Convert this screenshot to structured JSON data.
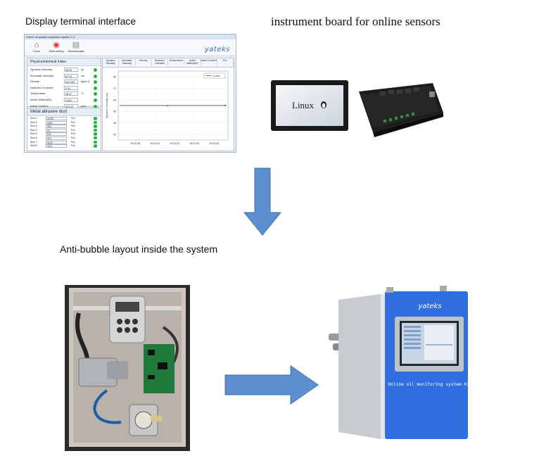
{
  "captions": {
    "display_terminal": "Display terminal interface",
    "instrument_board": "instrument board for online sensors",
    "anti_bubble": "Anti-bubble layout inside the system"
  },
  "terminal": {
    "window_title": "Online oil quality inspection system 1.0",
    "brand": "yateks",
    "toolbar": [
      {
        "label": "Home",
        "icon": "home-icon"
      },
      {
        "label": "Alarm setting",
        "icon": "alarm-icon"
      },
      {
        "label": "Historical data",
        "icon": "history-icon"
      }
    ],
    "physicochemical": {
      "title": "Physicochemical Index",
      "rows": [
        {
          "label": "Dynamic Viscosity:",
          "value": "55.09",
          "unit": "cp"
        },
        {
          "label": "Kinematic Viscosity:",
          "value": "67.23",
          "unit": "cst"
        },
        {
          "label": "Density:",
          "value": "822.082",
          "unit": "kg/m^3"
        },
        {
          "label": "Dielectric Constant:",
          "value": "2.32",
          "unit": ""
        },
        {
          "label": "Temperature:",
          "value": "38.37",
          "unit": "°C"
        },
        {
          "label": "Active Water(AW):",
          "value": "0.622",
          "unit": ""
        },
        {
          "label": "Active Content:",
          "value": "824.69",
          "unit": "ppm"
        }
      ]
    },
    "abrasive": {
      "title": "Metal abrasive dust",
      "rows": [
        {
          "label": "Size 1:",
          "value": "11253",
          "unit": "Pcs"
        },
        {
          "label": "Size 2:",
          "value": "2253",
          "unit": "Pcs"
        },
        {
          "label": "Size 3:",
          "value": "553",
          "unit": "Pcs"
        },
        {
          "label": "Size 4:",
          "value": "23",
          "unit": "Pcs"
        },
        {
          "label": "Size 5:",
          "value": "923",
          "unit": "Pcs"
        },
        {
          "label": "Size 6:",
          "value": "223",
          "unit": "Pcs"
        },
        {
          "label": "Size 7:",
          "value": "4123",
          "unit": "Pcs"
        },
        {
          "label": "Size 8:",
          "value": "1123",
          "unit": "Pcs"
        }
      ]
    },
    "tabs": [
      "Dynamic Viscosity",
      "Kinematic Viscosity",
      "Density",
      "Dielectric Constant",
      "Temperature",
      "Active Water(AW)",
      "Active Content",
      "Pcs"
    ],
    "chart": {
      "ylabel": "Dynamic Viscosity (cp)",
      "legend": "Curve",
      "yticks": [
        "80",
        "72",
        "64",
        "56",
        "48",
        "40"
      ],
      "xticks": [
        "18:24:38",
        "18:24:40",
        "18:24:42",
        "18:24:43",
        "18:24:45"
      ],
      "value": 60
    }
  },
  "board": {
    "screen_text": "Linux"
  },
  "device": {
    "brand": "yateks",
    "label": "Online oil monitoring system Kit"
  },
  "colors": {
    "arrow": "#5b8fd0",
    "cabinet": "#2f6fe0",
    "led": "#1fb83a"
  }
}
